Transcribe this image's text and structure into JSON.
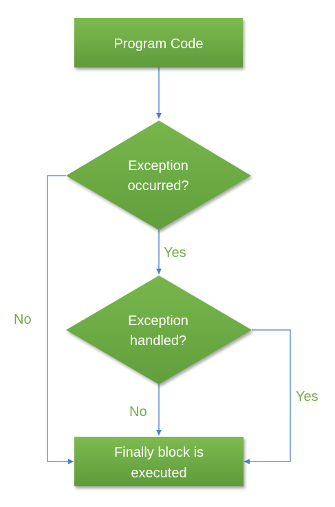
{
  "colors": {
    "node_fill": "#6faa44",
    "node_fill_light": "#7cb84e",
    "node_text": "#ffffff",
    "edge": "#4a7fc6",
    "edge_label": "#70ad47"
  },
  "nodes": {
    "program_code": {
      "label": "Program Code"
    },
    "exception_occurred": {
      "line1": "Exception",
      "line2": "occurred?"
    },
    "exception_handled": {
      "line1": "Exception",
      "line2": "handled?"
    },
    "finally_block": {
      "line1": "Finally block is",
      "line2": "executed"
    }
  },
  "edges": {
    "occurred_yes": "Yes",
    "occurred_no": "No",
    "handled_yes": "Yes",
    "handled_no": "No"
  }
}
